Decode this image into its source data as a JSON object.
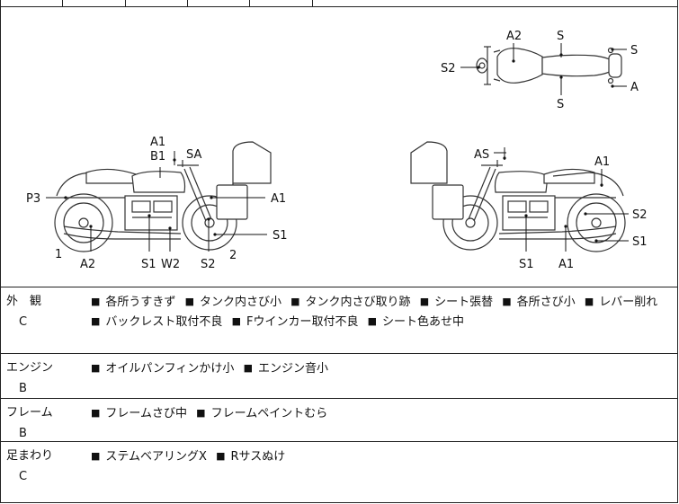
{
  "diagram": {
    "labels": {
      "top_A2": "A2",
      "top_S_upper": "S",
      "top_S2": "S2",
      "top_S_right": "S",
      "top_A": "A",
      "top_S_lower": "S",
      "left_A1": "A1",
      "left_B1": "B1",
      "left_SA": "SA",
      "left_P3": "P3",
      "left_A1_right": "A1",
      "left_S1_right": "S1",
      "left_one": "1",
      "left_A2": "A2",
      "left_S1": "S1",
      "left_W2": "W2",
      "left_S2": "S2",
      "left_two": "2",
      "right_AS": "AS",
      "right_A1_top": "A1",
      "right_S2": "S2",
      "right_S1_right": "S1",
      "right_S1": "S1",
      "right_A1_bottom": "A1"
    }
  },
  "rows": [
    {
      "category": "外　観",
      "grade": "C",
      "items": [
        "各所うすきず",
        "タンク内さび小",
        "タンク内さび取り跡",
        "シート張替",
        "各所さび小",
        "レバー削れ",
        "バックレスト取付不良",
        "Fウインカー取付不良",
        "シート色あせ中"
      ]
    },
    {
      "category": "エンジン",
      "grade": "B",
      "items": [
        "オイルパンフィンかけ小",
        "エンジン音小"
      ]
    },
    {
      "category": "フレーム",
      "grade": "B",
      "items": [
        "フレームさび中",
        "フレームペイントむら"
      ]
    },
    {
      "category": "足まわり",
      "grade": "C",
      "items": [
        "ステムベアリングX",
        "Rサスぬけ"
      ]
    }
  ],
  "bullet": "■"
}
